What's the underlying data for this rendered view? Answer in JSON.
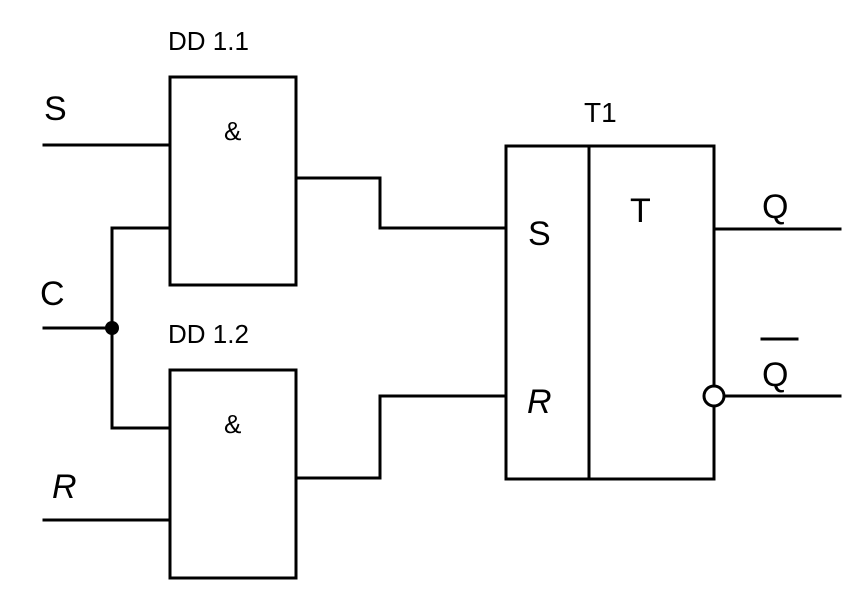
{
  "inputs": {
    "s": "S",
    "c": "C",
    "r": "R"
  },
  "gates": [
    {
      "id": "DD 1.1",
      "symbol": "&"
    },
    {
      "id": "DD 1.2",
      "symbol": "&"
    }
  ],
  "flipflop": {
    "id": "T1",
    "input_s": "S",
    "input_r": "R",
    "type": "T"
  },
  "outputs": {
    "q": "Q",
    "q_bar": "Q"
  },
  "colors": {
    "stroke": "#000000",
    "background": "#ffffff"
  }
}
